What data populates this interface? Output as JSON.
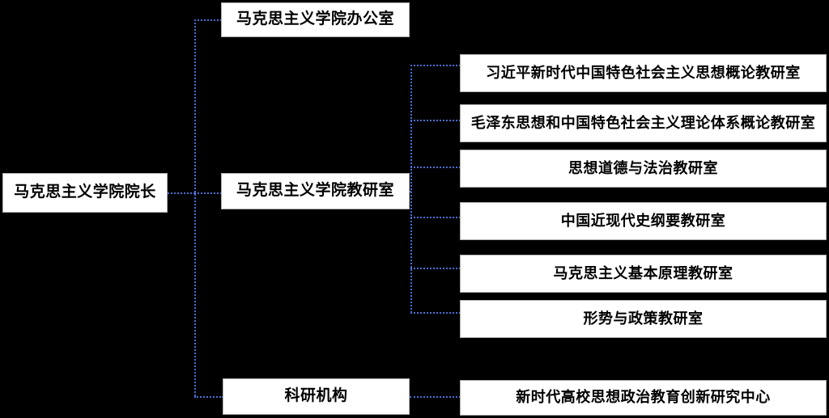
{
  "chart": {
    "type": "org-chart",
    "background_color": "#000000",
    "node_fill_color": "#ffffff",
    "node_text_color": "#000000",
    "connector_color": "#4a6fd4",
    "connector_style": "dotted"
  },
  "root": {
    "label": "马克思主义学院院长"
  },
  "branches": [
    {
      "id": "office",
      "label": "马克思主义学院办公室"
    },
    {
      "id": "teaching",
      "label": "马克思主义学院教研室"
    },
    {
      "id": "research-org",
      "label": "科研机构"
    }
  ],
  "departments": [
    {
      "label": "习近平新时代中国特色社会主义思想概论教研室"
    },
    {
      "label": "毛泽东思想和中国特色社会主义理论体系概论教研室"
    },
    {
      "label": "思想道德与法治教研室"
    },
    {
      "label": "中国近现代史纲要教研室"
    },
    {
      "label": "马克思主义基本原理教研室"
    },
    {
      "label": "形势与政策教研室"
    }
  ],
  "research_centers": [
    {
      "label": "新时代高校思想政治教育创新研究中心"
    }
  ]
}
